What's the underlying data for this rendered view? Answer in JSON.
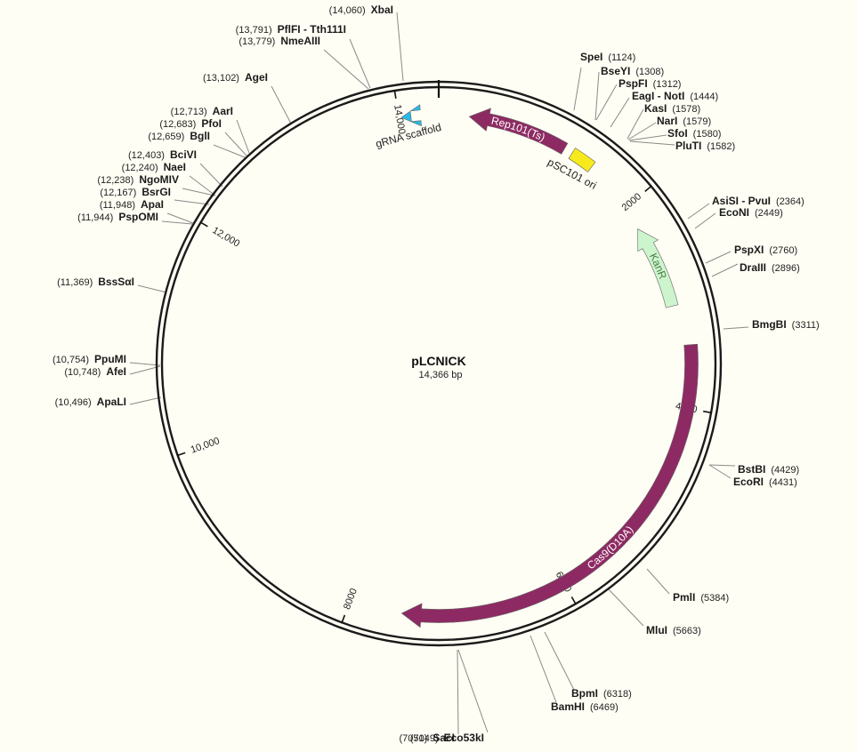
{
  "plasmid": {
    "name": "pLCNICK",
    "size_label": "14,366 bp",
    "length": 14366
  },
  "colors": {
    "background": "#fffef4",
    "backbone": "#1b1b1b",
    "cas9": "#8e2a63",
    "rep101": "#8e2a63",
    "ori": "#f7ea1c",
    "kanr": "#cdf5cd",
    "grna": "#29b9e8"
  },
  "ticks": [
    {
      "bp": 0,
      "label": ""
    },
    {
      "bp": 2000,
      "label": "2000"
    },
    {
      "bp": 4000,
      "label": "4000"
    },
    {
      "bp": 6000,
      "label": "6000"
    },
    {
      "bp": 8000,
      "label": "8000"
    },
    {
      "bp": 10000,
      "label": "10,000"
    },
    {
      "bp": 12000,
      "label": "12,000"
    },
    {
      "bp": 14000,
      "label": "14,000"
    }
  ],
  "features": [
    {
      "name": "Cas9(D10A)",
      "type": "cds",
      "start": 3420,
      "end": 7520,
      "direction": "forward",
      "color": "cas9",
      "label_inside": true
    },
    {
      "name": "Rep101(Ts)",
      "type": "cds",
      "start": 280,
      "end": 1210,
      "direction": "reverse",
      "color": "rep101",
      "label_inside": true
    },
    {
      "name": "pSC101 ori",
      "type": "rep_origin",
      "start": 1290,
      "end": 1510,
      "direction": "none",
      "color": "ori",
      "label_inside": false
    },
    {
      "name": "KanR",
      "type": "cds",
      "start": 2230,
      "end": 3040,
      "direction": "reverse",
      "color": "kanr",
      "label_inside": true
    },
    {
      "name": "gRNA scaffold",
      "type": "misc",
      "start": 14020,
      "end": 14110,
      "direction": "reverse",
      "color": "grna",
      "label_inside": false
    }
  ],
  "enzymes": [
    {
      "pos": "(14,060)",
      "name": "XbaI"
    },
    {
      "pos": "(13,791)",
      "name": "PflFI - Tth111I"
    },
    {
      "pos": "(13,779)",
      "name": "NmeAIII"
    },
    {
      "pos": "(13,102)",
      "name": "AgeI"
    },
    {
      "pos": "(12,713)",
      "name": "AarI"
    },
    {
      "pos": "(12,683)",
      "name": "PfoI"
    },
    {
      "pos": "(12,659)",
      "name": "BglI"
    },
    {
      "pos": "(12,403)",
      "name": "BciVI"
    },
    {
      "pos": "(12,240)",
      "name": "NaeI"
    },
    {
      "pos": "(12,238)",
      "name": "NgoMIV"
    },
    {
      "pos": "(12,167)",
      "name": "BsrGI"
    },
    {
      "pos": "(11,948)",
      "name": "ApaI"
    },
    {
      "pos": "(11,944)",
      "name": "PspOMI"
    },
    {
      "pos": "(11,369)",
      "name": "BssSαI"
    },
    {
      "pos": "(10,754)",
      "name": "PpuMI"
    },
    {
      "pos": "(10,748)",
      "name": "AfeI"
    },
    {
      "pos": "(10,496)",
      "name": "ApaLI"
    },
    {
      "pos": "(7051)",
      "name": "SacI"
    },
    {
      "pos": "(7049)",
      "name": "Eco53kI"
    },
    {
      "pos": "(6469)",
      "name": "BamHI"
    },
    {
      "pos": "(6318)",
      "name": "BpmI"
    },
    {
      "pos": "(5663)",
      "name": "MluI"
    },
    {
      "pos": "(5384)",
      "name": "PmlI"
    },
    {
      "pos": "(4431)",
      "name": "EcoRI"
    },
    {
      "pos": "(4429)",
      "name": "BstBI"
    },
    {
      "pos": "(3311)",
      "name": "BmgBI"
    },
    {
      "pos": "(2896)",
      "name": "DraIII"
    },
    {
      "pos": "(2760)",
      "name": "PspXI"
    },
    {
      "pos": "(2449)",
      "name": "EcoNI"
    },
    {
      "pos": "(2364)",
      "name": "AsiSI - PvuI"
    },
    {
      "pos": "(1582)",
      "name": "PluTI"
    },
    {
      "pos": "(1580)",
      "name": "SfoI"
    },
    {
      "pos": "(1579)",
      "name": "NarI"
    },
    {
      "pos": "(1578)",
      "name": "KasI"
    },
    {
      "pos": "(1444)",
      "name": "EagI - NotI"
    },
    {
      "pos": "(1312)",
      "name": "PspFI"
    },
    {
      "pos": "(1308)",
      "name": "BseYI"
    },
    {
      "pos": "(1124)",
      "name": "SpeI"
    }
  ]
}
